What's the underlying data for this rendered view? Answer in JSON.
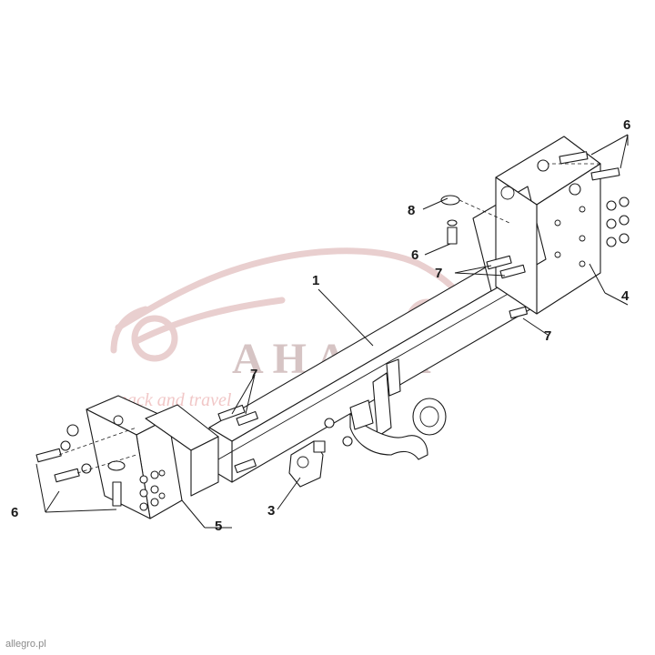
{
  "watermark": {
    "brand": "AHAKA",
    "tagline": "pack and travel",
    "colors": {
      "car": "#e9cfcf",
      "brand": "#d6c4c4",
      "tagline": "#f1c7c7"
    }
  },
  "callouts": {
    "c1": "1",
    "c3": "3",
    "c4": "4",
    "c5": "5",
    "c6_top": "6",
    "c6_mid": "6",
    "c6_left": "6",
    "c7_mid": "7",
    "c7_right": "7",
    "c7_left": "7",
    "c8": "8"
  },
  "footer": "allegro.pl",
  "colors": {
    "line": "#1a1a1a",
    "background": "#ffffff"
  }
}
